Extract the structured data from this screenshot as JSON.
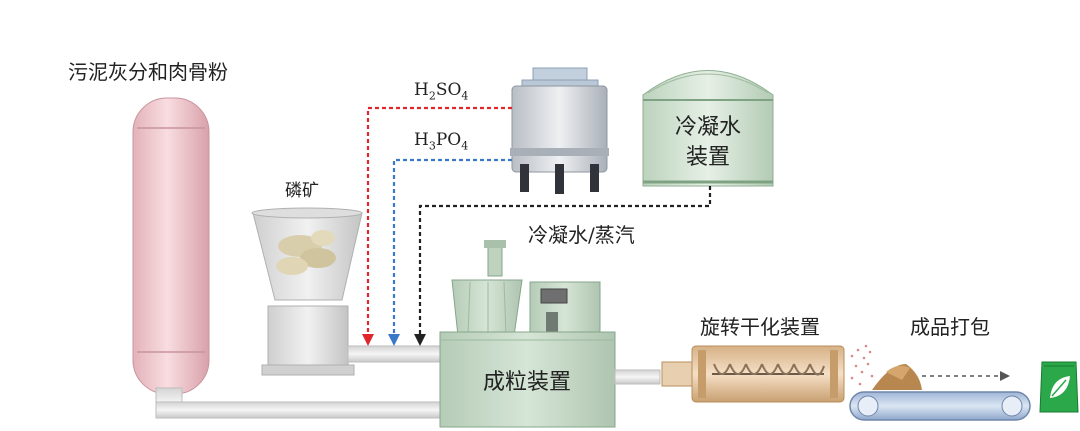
{
  "labels": {
    "sludge_ash": "污泥灰分和肉骨粉",
    "phosphate_rock": "磷矿",
    "h2so4": {
      "base": "H",
      "sub1": "2",
      "mid": "SO",
      "sub2": "4"
    },
    "h3po4": {
      "base": "H",
      "sub1": "3",
      "mid": "PO",
      "sub2": "4"
    },
    "condensate_unit_line1": "冷凝水",
    "condensate_unit_line2": "装置",
    "condensate_steam": "冷凝水/蒸汽",
    "granulation_unit": "成粒装置",
    "rotary_dryer": "旋转干化装置",
    "packaging": "成品打包"
  },
  "colors": {
    "silo": "#f2c9cf",
    "silo_dark": "#d9a3ab",
    "hopper": "#e6e6e6",
    "machine": "#c8d9c8",
    "machine_dark": "#98b59c",
    "tank_body": "#d7dbe0",
    "dome": "#d4e3d4",
    "h2so4_line": "#e0262b",
    "h3po4_line": "#3a78c8",
    "steam_line": "#222222",
    "dryer": "#e8c9a5",
    "conveyor": "#b8cce6",
    "bag": "#2aa84a"
  },
  "icons": [
    "leaf-icon"
  ]
}
